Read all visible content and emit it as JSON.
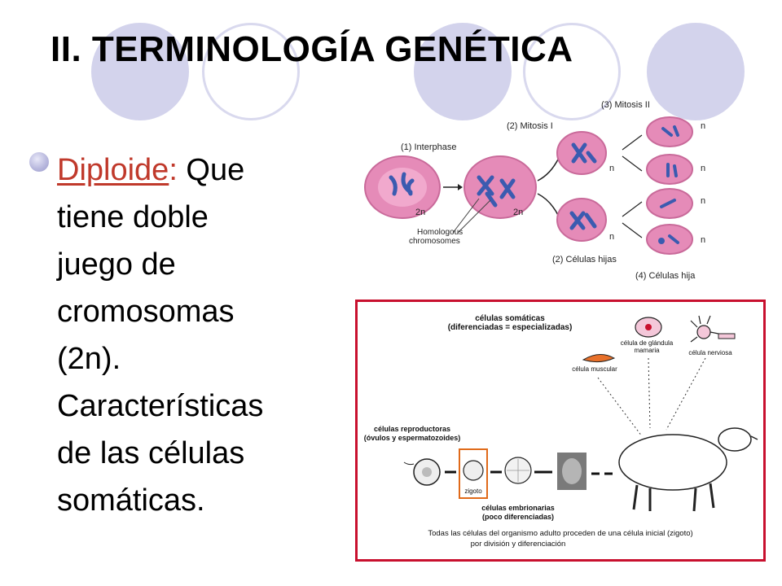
{
  "title": "II. TERMINOLOGÍA GENÉTICA",
  "bullet": {
    "term": "Diploide",
    "colon": ":",
    "definition_first": " Que",
    "lines": [
      "tiene doble",
      "juego de",
      "cromosomas",
      "(2n).",
      "Características",
      "de las células",
      "somáticas."
    ]
  },
  "meiosis_figure": {
    "mitosis2_label": "(3) Mitosis II",
    "mitosis1_label": "(2) Mitosis I",
    "interphase_label": "(1) Interphase",
    "homologous_label_line1": "Homologous",
    "homologous_label_line2": "chromosomes",
    "daughter_cells_label": "(2) Células hijas",
    "daughter_cell_label": "(4) Células hija",
    "n2": "2n",
    "n": "n"
  },
  "cell_figure": {
    "somatic_line1": "células somáticas",
    "somatic_line2": "(diferenciadas = especializadas)",
    "gland_line1": "célula de glándula",
    "gland_line2": "mamaria",
    "nerve_label": "célula nerviosa",
    "muscle_label": "célula muscular",
    "repro_line1": "células reproductoras",
    "repro_line2": "(óvulos y espermatozoides)",
    "zygote_label": "zigoto",
    "embryo_line1": "células embrionarias",
    "embryo_line2": "(poco diferenciadas)",
    "caption_line1": "Todas las células del organismo adulto proceden de una célula inicial (zigoto)",
    "caption_line2": "por división y diferenciación"
  },
  "colors": {
    "decor_circle": "#d3d3ec",
    "term_red": "#c0392b",
    "frame_red": "#c8102e",
    "cell_pink": "#e58bb8",
    "chromosome_blue": "#3b5bb0"
  }
}
